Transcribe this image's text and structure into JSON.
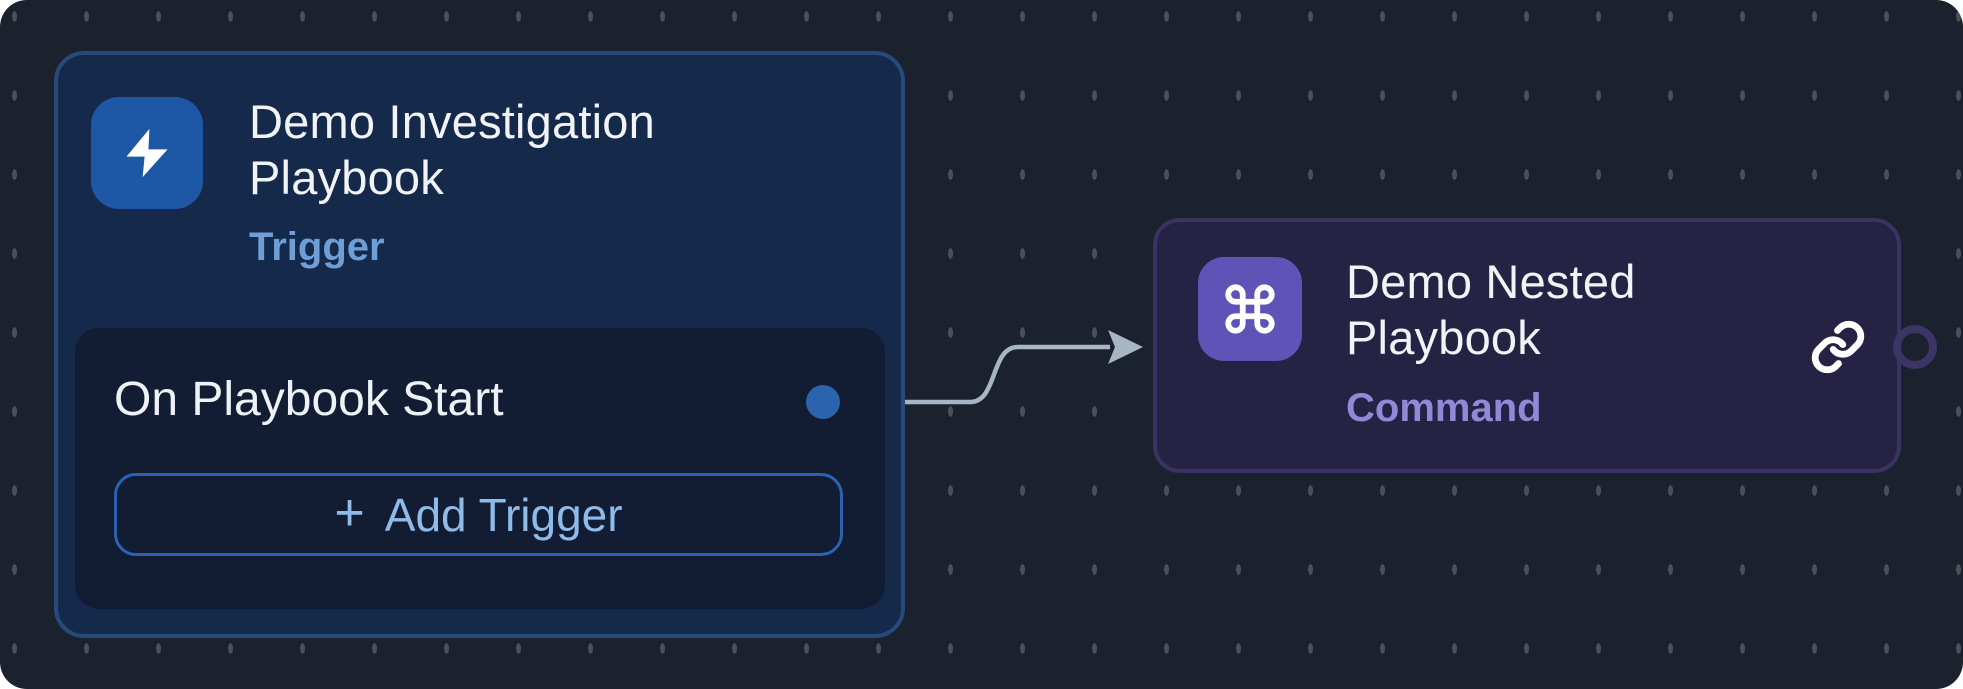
{
  "canvas": {
    "description": "playbook workflow editor canvas with dotted grid"
  },
  "colors": {
    "canvas-bg": "#1c212e",
    "dot": "#4b4f58",
    "trigger-fill": "#15294a",
    "trigger-border": "#27497c",
    "trigger-accent": "#1e57a5",
    "trigger-label": "#6f9dd6",
    "panel-fill": "#121d34",
    "button-border": "#2d62b2",
    "button-text": "#8fbbe9",
    "port-dot": "#2b63ae",
    "edge": "#a8b5c5",
    "command-fill": "#262244",
    "command-border": "#393361",
    "command-accent": "#5f53b7",
    "command-label": "#9288d8",
    "ring": "#3b3566",
    "title-text": "#f1f3f6"
  },
  "trigger_node": {
    "title": "Demo Investigation Playbook",
    "type_label": "Trigger",
    "icon": "lightning-bolt-icon",
    "step_label": "On Playbook Start",
    "add_button": {
      "plus": "+",
      "label": "Add Trigger"
    }
  },
  "command_node": {
    "title": "Demo Nested Playbook",
    "type_label": "Command",
    "icon": "command-symbol-icon",
    "link_icon": "link-icon"
  }
}
